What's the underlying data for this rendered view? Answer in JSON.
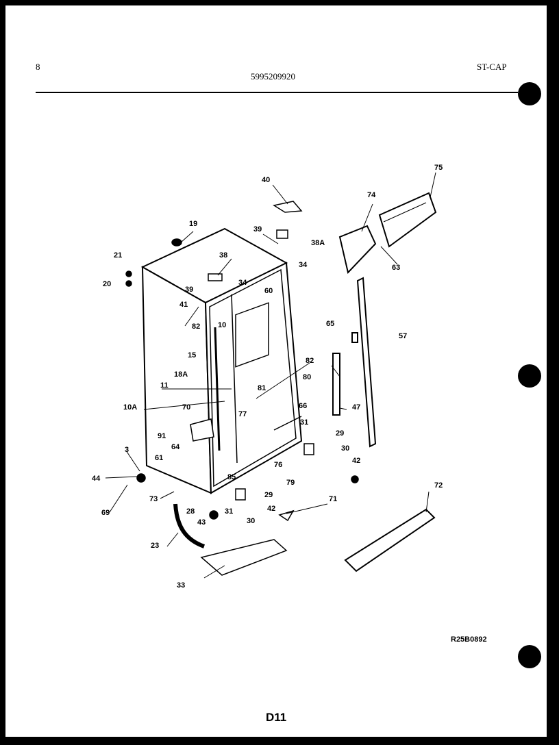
{
  "header": {
    "page_mark": "8",
    "part_number": "5995209920",
    "model_code": "ST-CAP"
  },
  "footer": {
    "reference_code": "R25B0892",
    "page_label": "D11"
  },
  "callouts": [
    "40",
    "75",
    "74",
    "19",
    "39",
    "38A",
    "34",
    "63",
    "21",
    "38",
    "20",
    "39",
    "34",
    "60",
    "41",
    "82",
    "10",
    "65",
    "57",
    "15",
    "82",
    "18A",
    "11",
    "80",
    "81",
    "10A",
    "77",
    "66",
    "47",
    "70",
    "31",
    "29",
    "91",
    "64",
    "30",
    "3",
    "61",
    "76",
    "42",
    "44",
    "85",
    "79",
    "73",
    "29",
    "71",
    "72",
    "28",
    "31",
    "42",
    "69",
    "43",
    "30",
    "23",
    "33"
  ]
}
